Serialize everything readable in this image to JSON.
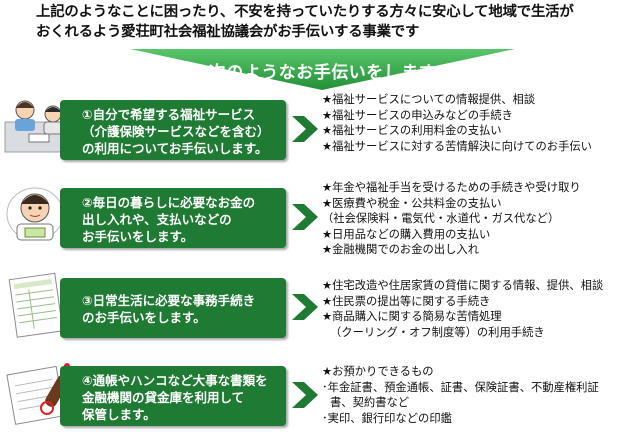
{
  "intro": {
    "line1": "上記のようなことに困ったり、不安を持っていたりする方々に安心して地域で生活が",
    "line2": "おくれるよう愛荘町社会福祉協議会がお手伝いする事業です"
  },
  "banner": {
    "text": "次のようなお手伝いをします"
  },
  "colors": {
    "primary_green": "#1f7a33",
    "banner_green": "#3fae4f"
  },
  "services": [
    {
      "illustration": "staff-counter-icon",
      "title_lines": [
        "①自分で希望する福祉サービス",
        "（介護保険サービスなどを含む）",
        "の利用についてお手伝いします。"
      ],
      "items": [
        "★福祉サービスについての情報提供、相談",
        "★福祉サービスの申込みなどの手続き",
        "★福祉サービスの利用料金の支払い",
        "★福祉サービスに対する苦情解決に向けてのお手伝い"
      ]
    },
    {
      "illustration": "money-man-icon",
      "title_lines": [
        "②毎日の暮らしに必要なお金の",
        "出し入れや、支払いなどの",
        "お手伝いをします。"
      ],
      "items": [
        "★年金や福祉手当を受けるための手続きや受け取り",
        "★医療費や税金・公共料金の支払い",
        "（社会保険料・電気代・水道代・ガス代など）",
        "★日用品などの購入費用の支払い",
        "★金融機関でのお金の出し入れ"
      ]
    },
    {
      "illustration": "document-form-icon",
      "title_lines": [
        "③日常生活に必要な事務手続き",
        "のお手伝いをします。"
      ],
      "items": [
        "★住宅改造や住居家賃の貸借に関する情報、提供、相談",
        "★住民票の提出等に関する手続き",
        "★商品購入に関する簡易な苦情処理",
        "（クーリング・オフ制度等）の利用手続き"
      ]
    },
    {
      "illustration": "stamp-document-icon",
      "title_lines": [
        "④通帳やハンコなど大事な書類を",
        "金融機関の貸金庫を利用して",
        "保管します。"
      ],
      "items": [
        "★お預かりできるもの",
        "･年金証書、預金通帳、証書、保険証書、不動産権利証",
        "書、契約書など",
        "･実印、銀行印などの印鑑"
      ]
    }
  ]
}
